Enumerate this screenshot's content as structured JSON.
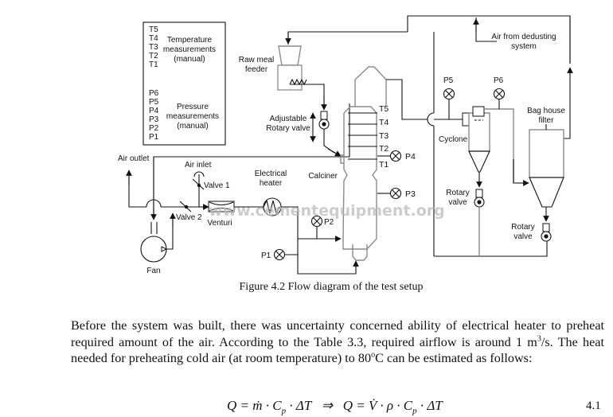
{
  "figure": {
    "caption": "Figure 4.2 Flow diagram of the test setup",
    "watermark": "www.cementequipment.org",
    "legend": {
      "temperature_tags": [
        "T5",
        "T4",
        "T3",
        "T2",
        "T1"
      ],
      "temperature_label": [
        "Temperature",
        "measurements",
        "(manual)"
      ],
      "pressure_tags": [
        "P6",
        "P5",
        "P4",
        "P3",
        "P2",
        "P1"
      ],
      "pressure_label": [
        "Pressure",
        "measurements",
        "(manual)"
      ]
    },
    "labels": {
      "raw_meal_feeder": [
        "Raw meal",
        "feeder"
      ],
      "adjustable_rotary_valve": [
        "Adjustable",
        "Rotary valve"
      ],
      "calciner": "Calciner",
      "air_outlet": "Air outlet",
      "air_inlet": "Air inlet",
      "valve1": "Valve 1",
      "valve2": "Valve 2",
      "venturi": "Venturi",
      "electrical_heater": [
        "Electrical",
        "heater"
      ],
      "fan": "Fan",
      "cyclone": "Cyclone",
      "cyclone_rotary_valve": [
        "Rotary",
        "valve"
      ],
      "bag_house_filter": [
        "Bag house",
        "filter"
      ],
      "filter_rotary_valve": [
        "Rotary",
        "valve"
      ],
      "air_from_dedusting": [
        "Air from dedusting",
        "system"
      ],
      "calciner_temps": [
        "T5",
        "T4",
        "T3",
        "T2",
        "T1"
      ],
      "p1": "P1",
      "p2": "P2",
      "p3": "P3",
      "p4": "P4",
      "p5": "P5",
      "p6": "P6"
    }
  },
  "body": {
    "paragraph_part1": "Before the system was built, there was uncertainty concerned ability of electrical heater to preheat required amount of the air. According to the Table 3.3, required airflow is around 1 m",
    "paragraph_sup1": "3",
    "paragraph_part2": "/s. The heat needed for preheating cold air (at room temperature) to 80",
    "paragraph_sup2": "o",
    "paragraph_part3": "C can be estimated as follows:",
    "equation_left": "Q = ṁ · C",
    "equation_sub1": "p",
    "equation_mid": " · ΔT   ⇒   Q = V̇ · ρ · C",
    "equation_sub2": "p",
    "equation_right": " · ΔT",
    "equation_number": "4.1"
  }
}
